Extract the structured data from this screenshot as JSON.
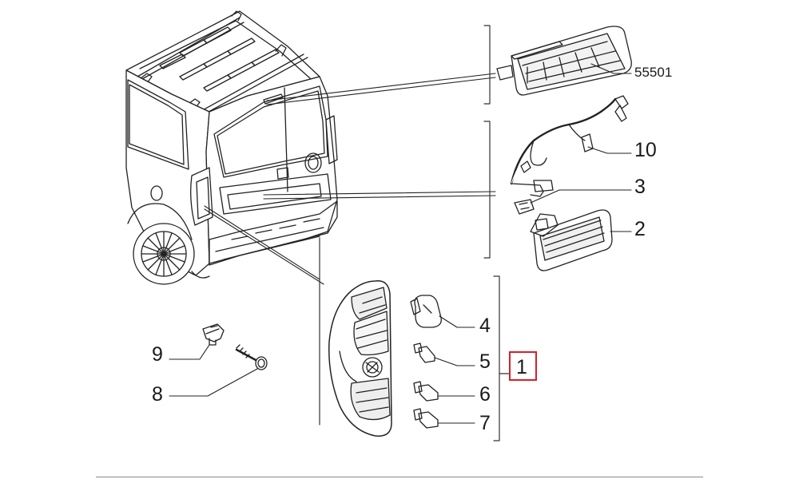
{
  "diagram": {
    "accent_color": "#d6202a",
    "line_color": "#1a1a1a",
    "labels": {
      "part_55501": "55501",
      "part_10": "10",
      "part_3": "3",
      "part_2": "2",
      "part_4": "4",
      "part_5": "5",
      "part_6": "6",
      "part_7": "7",
      "part_9": "9",
      "part_8": "8",
      "part_1": "1"
    },
    "highlighted_part": "1"
  }
}
